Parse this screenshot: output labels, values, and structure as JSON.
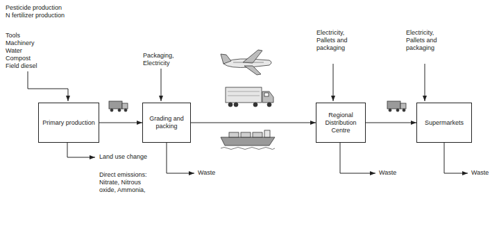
{
  "diagram": {
    "nodes": [
      {
        "text": [
          "Primary production"
        ]
      },
      {
        "text": [
          "Grading and packing"
        ]
      },
      {
        "text": [
          "Regional Distribution Centre"
        ]
      },
      {
        "text": [
          "Supermarkets"
        ]
      }
    ],
    "edges": [
      {
        "from": 0,
        "to": 1,
        "arrow": "to"
      },
      {
        "from": 1,
        "to": 2,
        "arrow": "to"
      },
      {
        "from": 2,
        "to": 3,
        "arrow": "to"
      }
    ],
    "labels": [
      "Pesticide production",
      "N fertilizer production",
      "Tools",
      "Machinery",
      "Water",
      "Compost",
      "Field diesel",
      "Packaging, Electricity",
      "Electricity, Pallets and packaging",
      "Electricity, Pallets and packaging",
      "Land use change",
      "Direct emissions: Nitrate, Nitrous oxide, Ammonia,",
      "Waste",
      "Waste",
      "Waste"
    ]
  }
}
